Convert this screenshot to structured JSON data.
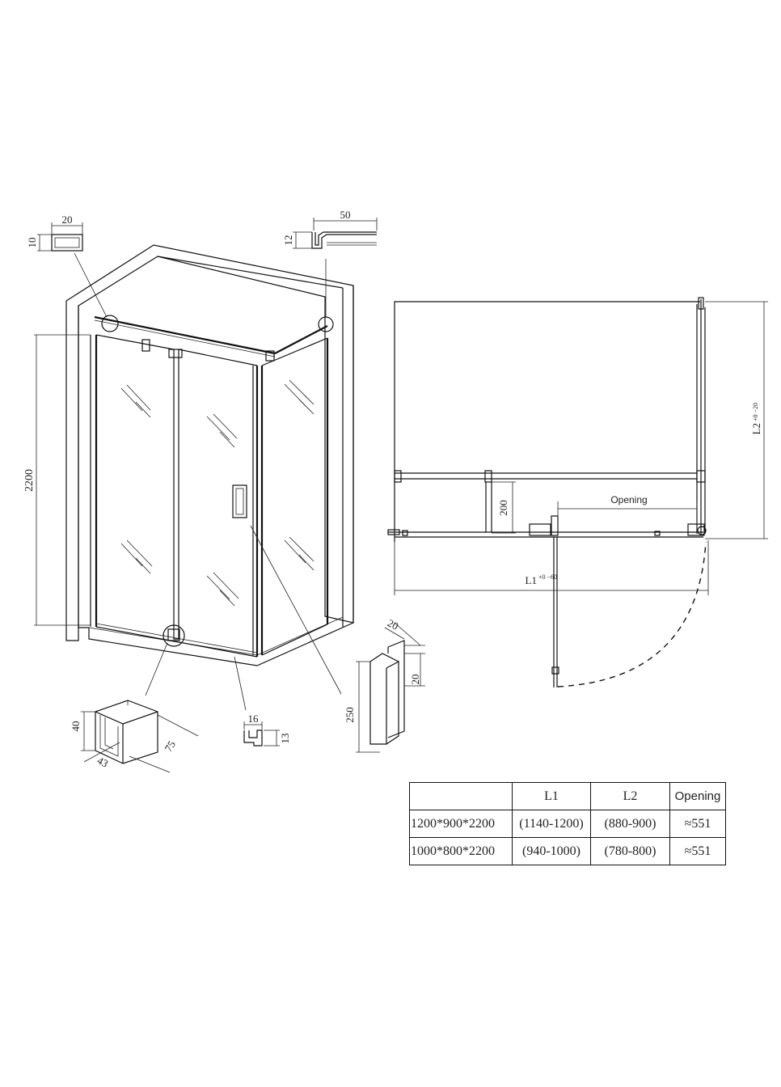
{
  "left_view": {
    "height_dim": "2200",
    "profile_top_left": {
      "width": "20",
      "height": "10"
    },
    "profile_top_right": {
      "width": "50",
      "height": "12"
    },
    "hinge_detail": {
      "height": "40",
      "depth": "43",
      "length": "75"
    },
    "bottom_profile": {
      "width": "16",
      "height": "13"
    },
    "handle_detail": {
      "length": "250",
      "width": "20",
      "depth": "20"
    }
  },
  "plan_view": {
    "dim_l2": "L2",
    "dim_l2_tol": "+0 −20",
    "dim_l1": "L1",
    "dim_l1_tol": "+0 −60",
    "dim_200": "200",
    "opening_label": "Opening"
  },
  "table": {
    "headers": [
      "",
      "L1",
      "L2",
      "Opening"
    ],
    "rows": [
      [
        "1200*900*2200",
        "(1140-1200)",
        "(880-900)",
        "≈551"
      ],
      [
        "1000*800*2200",
        "(940-1000)",
        "(780-800)",
        "≈551"
      ]
    ]
  }
}
